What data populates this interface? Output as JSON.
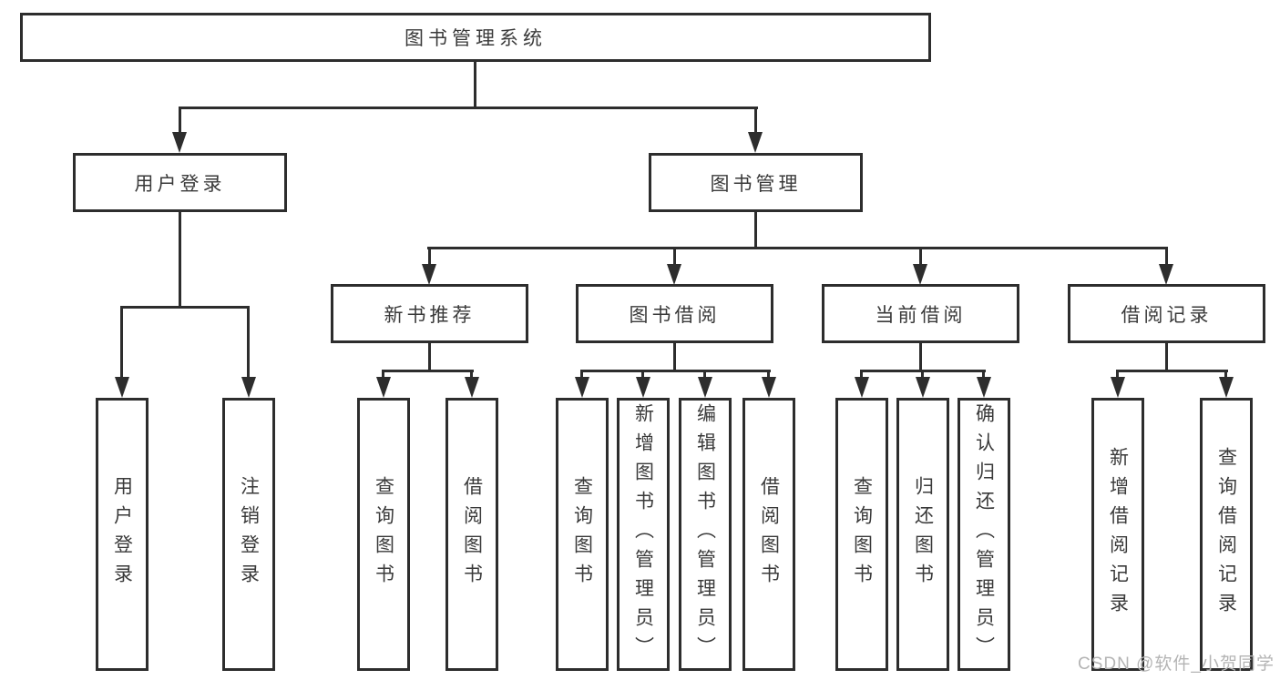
{
  "diagram": {
    "type": "hierarchy-tree",
    "nodes": {
      "root": "图书管理系统",
      "user_login": "用户登录",
      "book_mgmt": "图书管理",
      "new_book": "新书推荐",
      "book_borrow": "图书借阅",
      "current_borrow": "当前借阅",
      "borrow_record": "借阅记录"
    },
    "leaves": {
      "user_login": [
        "用户登录",
        "注销登录"
      ],
      "new_book": [
        "查询图书",
        "借阅图书"
      ],
      "book_borrow": [
        "查询图书",
        "新增图书（管理员）",
        "编辑图书（管理员）",
        "借阅图书"
      ],
      "current_borrow": [
        "查询图书",
        "归还图书",
        "确认归还（管理员）"
      ],
      "borrow_record": [
        "新增借阅记录",
        "查询借阅记录"
      ]
    },
    "watermark": "CSDN @软件_小贺同学",
    "colors": {
      "line": "#2d2d2d",
      "text": "#3a3a3a",
      "background": "#ffffff",
      "watermark": "#b4b4b4"
    }
  }
}
